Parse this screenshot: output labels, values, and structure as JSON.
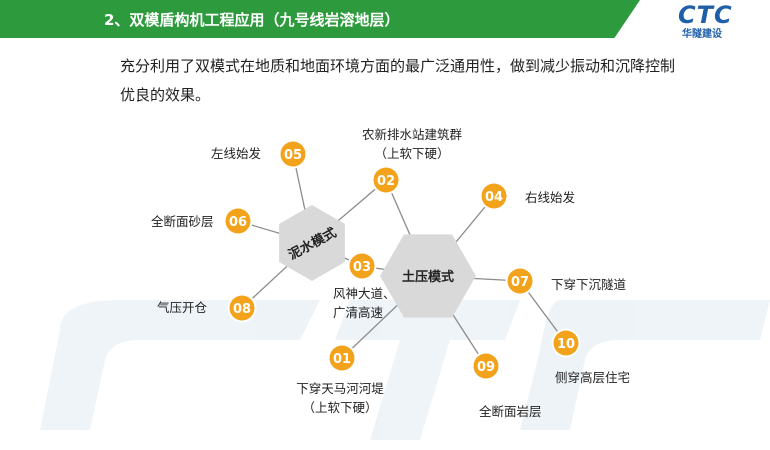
{
  "header": {
    "title": "2、双模盾构机工程应用（九号线岩溶地层）",
    "logo_text": "CTC",
    "logo_subtext": "华隧建设"
  },
  "intro": {
    "text": "充分利用了双模式在地质和地面环境方面的最广泛通用性，做到减少振动和沉降控制优良的效果。"
  },
  "modes": [
    {
      "id": "slurry",
      "label": "泥水模式"
    },
    {
      "id": "epb",
      "label": "土压模式"
    }
  ],
  "nodes": [
    {
      "num": "01",
      "lines": [
        "下穿天马河河堤",
        "（上软下硬）"
      ]
    },
    {
      "num": "02",
      "lines": [
        "农新排水站建筑群",
        "（上软下硬）"
      ]
    },
    {
      "num": "03",
      "lines": [
        "风神大道、",
        "广清高速"
      ]
    },
    {
      "num": "04",
      "lines": [
        "右线始发"
      ]
    },
    {
      "num": "05",
      "lines": [
        "左线始发"
      ]
    },
    {
      "num": "06",
      "lines": [
        "全断面砂层"
      ]
    },
    {
      "num": "07",
      "lines": [
        "下穿下沉隧道"
      ]
    },
    {
      "num": "08",
      "lines": [
        "气压开仓"
      ]
    },
    {
      "num": "09",
      "lines": [
        "全断面岩层"
      ]
    },
    {
      "num": "10",
      "lines": [
        "侧穿高层住宅"
      ]
    }
  ],
  "colors": {
    "header_green": "#2e9a3e",
    "node_orange": "#f2a31b",
    "hexagon_gray": "#d9d9d9",
    "connector": "#8c8c8c",
    "logo_blue": "#1f5fa8"
  }
}
